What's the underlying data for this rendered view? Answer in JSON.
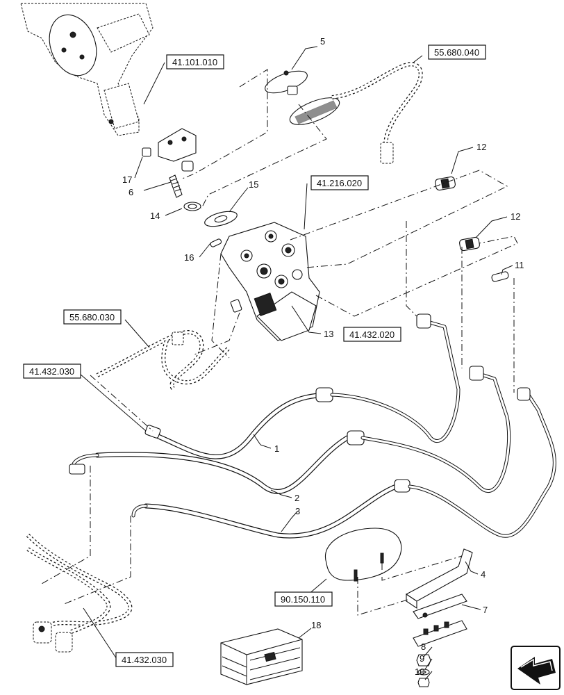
{
  "diagram": {
    "item_numbers": [
      "1",
      "2",
      "3",
      "4",
      "5",
      "6",
      "7",
      "8",
      "9",
      "10",
      "11",
      "12",
      "12",
      "13",
      "14",
      "15",
      "16",
      "17",
      "18"
    ],
    "reference_codes": [
      "41.101.010",
      "55.680.040",
      "41.216.020",
      "55.680.030",
      "41.432.020",
      "41.432.030",
      "41.432.030",
      "90.150.110"
    ]
  },
  "nav": {
    "icon": "next-page-arrow-icon"
  }
}
